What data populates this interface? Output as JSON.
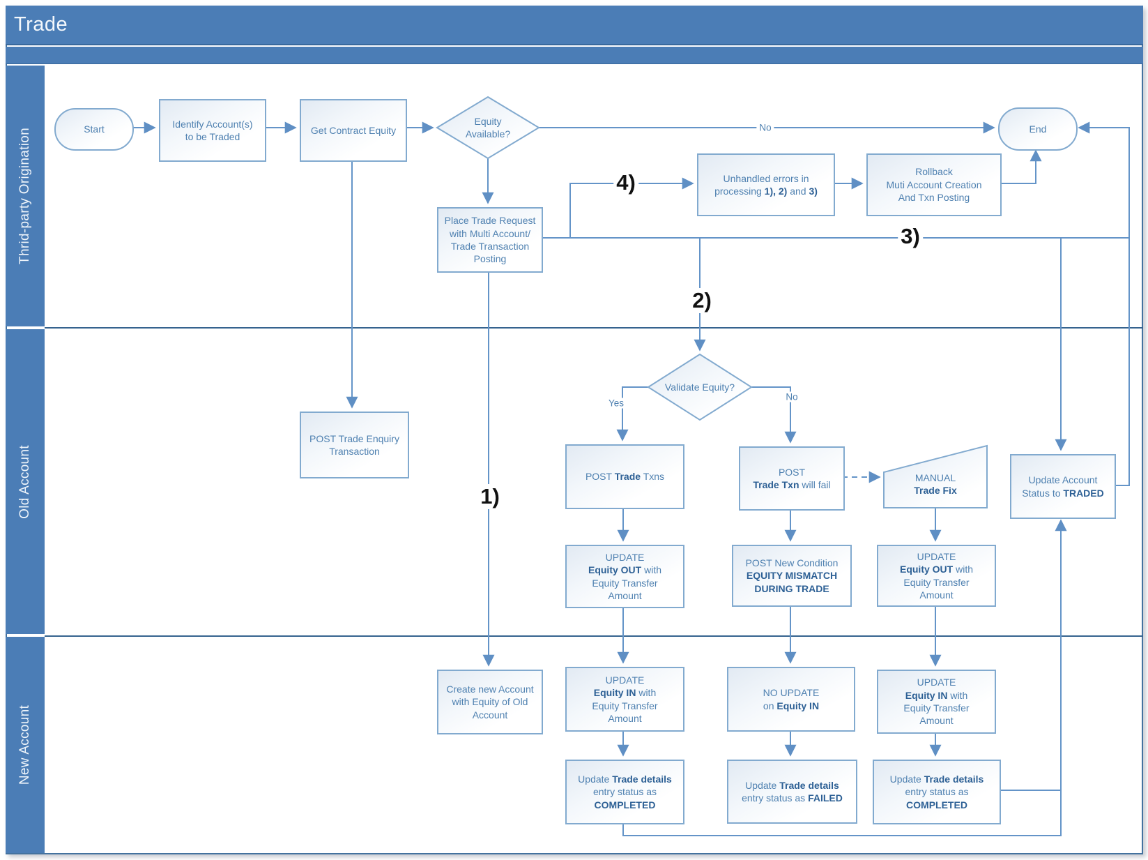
{
  "title": "Trade",
  "colors": {
    "header_blue": "#4b7db6",
    "line_blue": "#6494c8",
    "box_border": "#82aacf",
    "text_normal": "#4e80b0",
    "text_bold": "#2d6095",
    "edge_label_black": "#111111"
  },
  "lanes": [
    {
      "label": "Thrid-party Origination"
    },
    {
      "label": "Old Account"
    },
    {
      "label": "New Account"
    }
  ],
  "edge_labels": {
    "no": "No",
    "yes": "Yes",
    "validate_no": "No",
    "n1": "1)",
    "n2": "2)",
    "n3": "3)",
    "n4": "4)"
  },
  "nodes": {
    "start": {
      "lines": [
        [
          [
            "Start",
            0
          ]
        ]
      ]
    },
    "identify": {
      "lines": [
        [
          [
            "Identify Account(s)",
            0
          ]
        ],
        [
          [
            "to be Traded",
            0
          ]
        ]
      ]
    },
    "get_equity": {
      "lines": [
        [
          [
            "Get Contract Equity",
            0
          ]
        ]
      ]
    },
    "equity_available": {
      "lines": [
        [
          [
            "Equity",
            0
          ]
        ],
        [
          [
            "Available?",
            0
          ]
        ]
      ]
    },
    "end": {
      "lines": [
        [
          [
            "End",
            0
          ]
        ]
      ]
    },
    "unhandled": {
      "lines": [
        [
          [
            "Unhandled errors in",
            0
          ]
        ],
        [
          [
            "processing ",
            0
          ],
          [
            "1), 2)",
            1
          ],
          [
            " and ",
            0
          ],
          [
            "3)",
            1
          ]
        ]
      ]
    },
    "rollback": {
      "lines": [
        [
          [
            "Rollback",
            0
          ]
        ],
        [
          [
            "Muti Account Creation",
            0
          ]
        ],
        [
          [
            "And Txn Posting",
            0
          ]
        ]
      ]
    },
    "place_trade": {
      "lines": [
        [
          [
            "Place Trade Request",
            0
          ]
        ],
        [
          [
            "with Multi Account/",
            0
          ]
        ],
        [
          [
            "Trade Transaction",
            0
          ]
        ],
        [
          [
            "Posting",
            0
          ]
        ]
      ]
    },
    "post_enquiry": {
      "lines": [
        [
          [
            "POST Trade Enquiry",
            0
          ]
        ],
        [
          [
            "Transaction",
            0
          ]
        ]
      ]
    },
    "validate": {
      "lines": [
        [
          [
            "Validate Equity?",
            0
          ]
        ]
      ]
    },
    "post_txns": {
      "lines": [
        [
          [
            "POST ",
            0
          ],
          [
            "Trade",
            1
          ],
          [
            " Txns",
            0
          ]
        ]
      ]
    },
    "will_fail": {
      "lines": [
        [
          [
            "POST",
            0
          ]
        ],
        [
          [
            "Trade Txn",
            1
          ],
          [
            " will fail",
            0
          ]
        ]
      ]
    },
    "manual_fix": {
      "lines": [
        [
          [
            "MANUAL",
            0
          ]
        ],
        [
          [
            "Trade Fix",
            1
          ]
        ]
      ]
    },
    "update_out_1": {
      "lines": [
        [
          [
            "UPDATE",
            0
          ]
        ],
        [
          [
            "Equity OUT",
            1
          ],
          [
            " with",
            0
          ]
        ],
        [
          [
            "Equity Transfer",
            0
          ]
        ],
        [
          [
            "Amount",
            0
          ]
        ]
      ]
    },
    "post_new_condition": {
      "lines": [
        [
          [
            "POST New Condition",
            0
          ]
        ],
        [
          [
            "EQUITY MISMATCH",
            1
          ]
        ],
        [
          [
            "DURING TRADE",
            1
          ]
        ]
      ]
    },
    "update_out_2": {
      "lines": [
        [
          [
            "UPDATE",
            0
          ]
        ],
        [
          [
            "Equity OUT",
            1
          ],
          [
            " with",
            0
          ]
        ],
        [
          [
            "Equity Transfer",
            0
          ]
        ],
        [
          [
            "Amount",
            0
          ]
        ]
      ]
    },
    "update_account": {
      "lines": [
        [
          [
            "Update Account",
            0
          ]
        ],
        [
          [
            "Status to ",
            0
          ],
          [
            "TRADED",
            1
          ]
        ]
      ]
    },
    "create_new": {
      "lines": [
        [
          [
            "Create new Account",
            0
          ]
        ],
        [
          [
            "with Equity of Old",
            0
          ]
        ],
        [
          [
            "Account",
            0
          ]
        ]
      ]
    },
    "update_in_1": {
      "lines": [
        [
          [
            "UPDATE",
            0
          ]
        ],
        [
          [
            "Equity IN",
            1
          ],
          [
            " with",
            0
          ]
        ],
        [
          [
            "Equity Transfer",
            0
          ]
        ],
        [
          [
            "Amount",
            0
          ]
        ]
      ]
    },
    "no_update": {
      "lines": [
        [
          [
            "NO UPDATE",
            0
          ]
        ],
        [
          [
            "on ",
            0
          ],
          [
            "Equity IN",
            1
          ]
        ]
      ]
    },
    "update_in_2": {
      "lines": [
        [
          [
            "UPDATE",
            0
          ]
        ],
        [
          [
            "Equity IN",
            1
          ],
          [
            " with",
            0
          ]
        ],
        [
          [
            "Equity Transfer",
            0
          ]
        ],
        [
          [
            "Amount",
            0
          ]
        ]
      ]
    },
    "completed_1": {
      "lines": [
        [
          [
            "Update ",
            0
          ],
          [
            "Trade details",
            1
          ]
        ],
        [
          [
            "entry status as",
            0
          ]
        ],
        [
          [
            "COMPLETED",
            1
          ]
        ]
      ]
    },
    "failed": {
      "lines": [
        [
          [
            "Update ",
            0
          ],
          [
            "Trade details",
            1
          ]
        ],
        [
          [
            "entry status as ",
            0
          ],
          [
            "FAILED",
            1
          ]
        ]
      ]
    },
    "completed_2": {
      "lines": [
        [
          [
            "Update ",
            0
          ],
          [
            "Trade details",
            1
          ]
        ],
        [
          [
            "entry status as",
            0
          ]
        ],
        [
          [
            "COMPLETED",
            1
          ]
        ]
      ]
    }
  }
}
